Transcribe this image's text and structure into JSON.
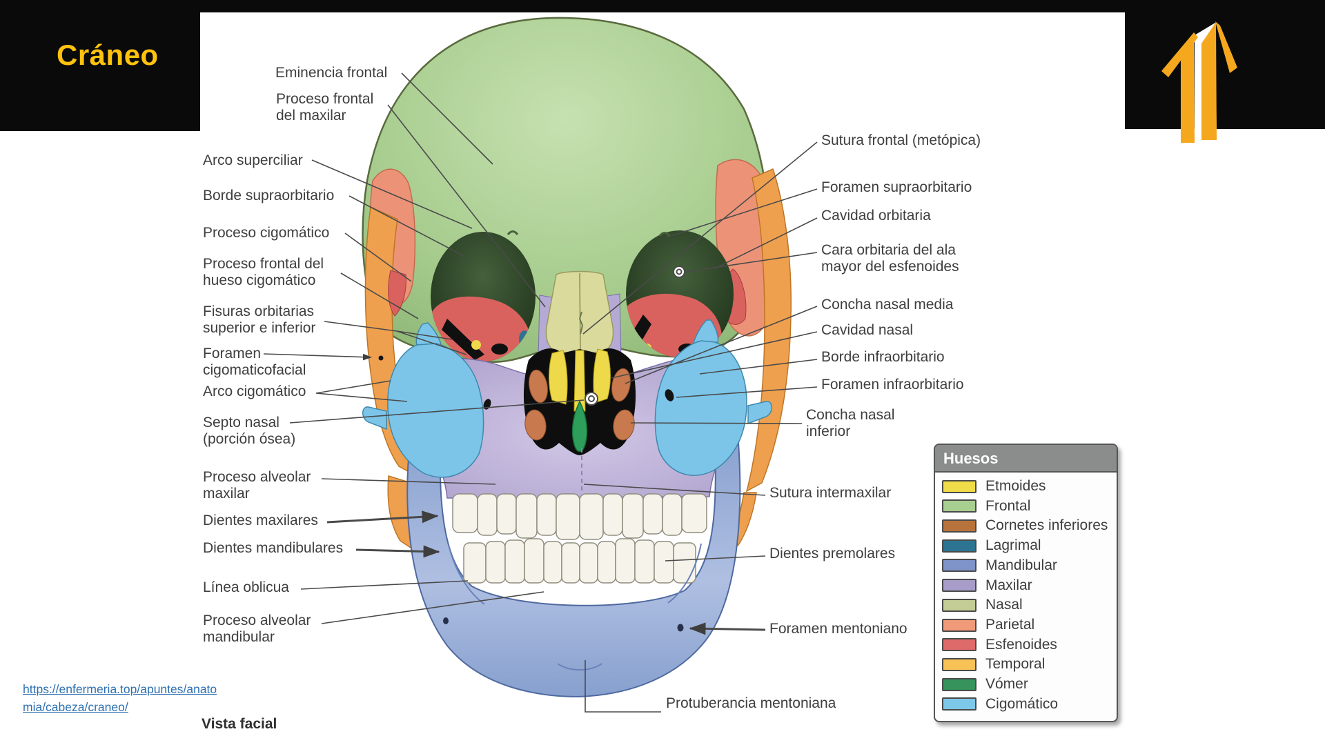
{
  "slide": {
    "title": "Cráneo",
    "figure_caption": "Vista facial",
    "source_link": {
      "line1": "https://enfermeria.top/apuntes/anato",
      "line2": "mia/cabeza/craneo/",
      "href": "https://enfermeria.top/apuntes/anatomia/cabeza/craneo/"
    }
  },
  "figure": {
    "labels_left": [
      {
        "text": "Eminencia frontal"
      },
      {
        "text": "Proceso frontal\ndel maxilar"
      },
      {
        "text": "Arco superciliar"
      },
      {
        "text": "Borde supraorbitario"
      },
      {
        "text": "Proceso cigomático"
      },
      {
        "text": "Proceso frontal del\nhueso cigomático"
      },
      {
        "text": "Fisuras orbitarias\nsuperior e inferior"
      },
      {
        "text": "Foramen\ncigomaticofacial"
      },
      {
        "text": "Arco cigomático"
      },
      {
        "text": "Septo nasal\n(porción ósea)"
      },
      {
        "text": "Proceso alveolar\nmaxilar"
      },
      {
        "text": "Dientes maxilares"
      },
      {
        "text": "Dientes mandibulares"
      },
      {
        "text": "Línea oblicua"
      },
      {
        "text": "Proceso alveolar\nmandibular"
      }
    ],
    "labels_right": [
      {
        "text": "Sutura frontal (metópica)"
      },
      {
        "text": "Foramen supraorbitario"
      },
      {
        "text": "Cavidad orbitaria"
      },
      {
        "text": "Cara orbitaria del ala\nmayor del esfenoides"
      },
      {
        "text": "Concha nasal media"
      },
      {
        "text": "Cavidad nasal"
      },
      {
        "text": "Borde infraorbitario"
      },
      {
        "text": "Foramen infraorbitario"
      },
      {
        "text": "Concha nasal\ninferior"
      },
      {
        "text": "Sutura intermaxilar"
      },
      {
        "text": "Dientes premolares"
      },
      {
        "text": "Foramen mentoniano"
      },
      {
        "text": "Protuberancia mentoniana"
      }
    ]
  },
  "legend": {
    "title": "Huesos",
    "items": [
      {
        "label": "Etmoides",
        "color": "#F0DC49"
      },
      {
        "label": "Frontal",
        "color": "#A8CE90"
      },
      {
        "label": "Cornetes inferiores",
        "color": "#B8733C"
      },
      {
        "label": "Lagrimal",
        "color": "#2D7492"
      },
      {
        "label": "Mandibular",
        "color": "#7E93C8"
      },
      {
        "label": "Maxilar",
        "color": "#A89CC8"
      },
      {
        "label": "Nasal",
        "color": "#C3CC94"
      },
      {
        "label": "Parietal",
        "color": "#F09A79"
      },
      {
        "label": "Esfenoides",
        "color": "#DE6A6A"
      },
      {
        "label": "Temporal",
        "color": "#F8C257"
      },
      {
        "label": "Vómer",
        "color": "#35935B"
      },
      {
        "label": "Cigomático",
        "color": "#7DC7E9"
      }
    ]
  },
  "logo": {
    "name": "double-up-arrow-logo",
    "color": "#F5A81E"
  },
  "colors": {
    "accent_title": "#FFC20E",
    "label_text": "#3E3E3E",
    "link": "#2E70B0",
    "legend_header_bg": "#8A8D8C"
  }
}
